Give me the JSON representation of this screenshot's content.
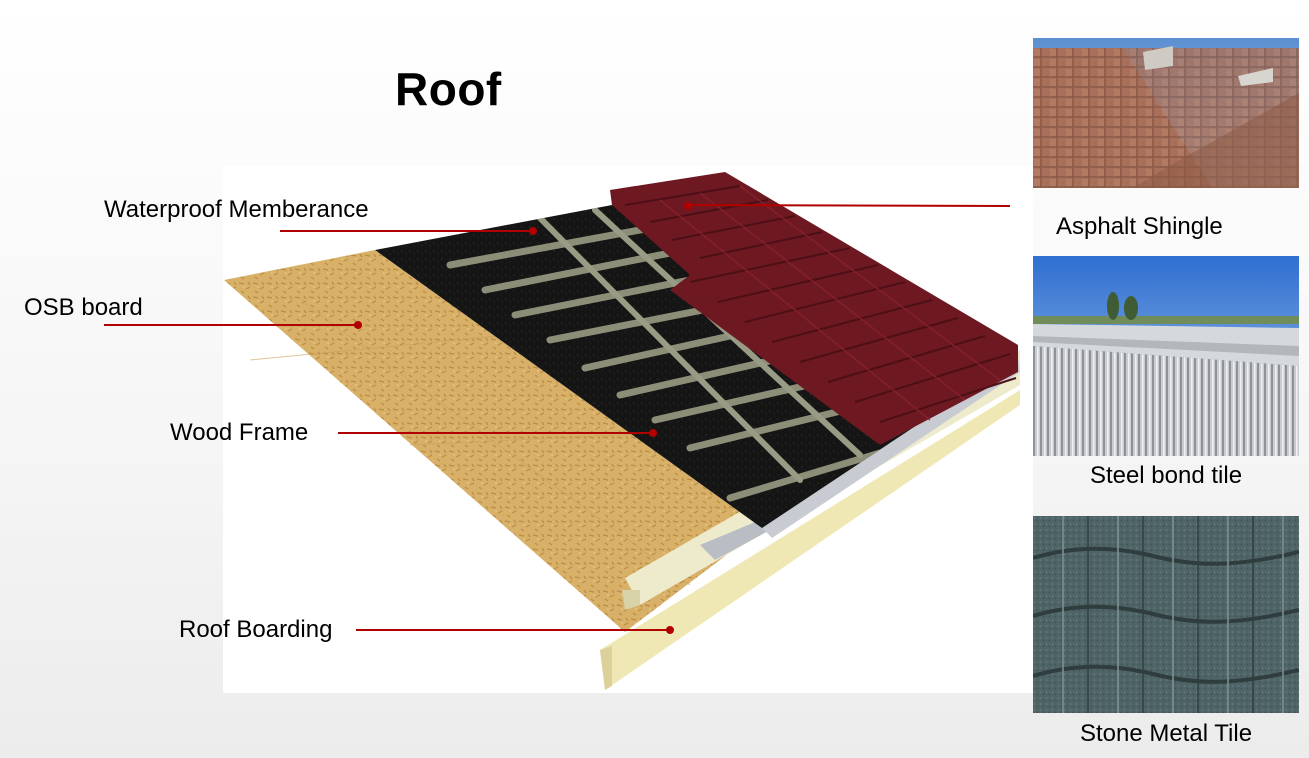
{
  "title": "Roof",
  "diagram": {
    "labels": {
      "waterproof": "Waterproof Memberance",
      "osb": "OSB board",
      "wood_frame": "Wood Frame",
      "roof_boarding": "Roof Boarding"
    },
    "leader_color": "#b00000"
  },
  "materials": [
    {
      "name": "Asphalt Shingle",
      "icon": "asphalt-shingle-roof-photo"
    },
    {
      "name": "Steel bond tile",
      "icon": "corrugated-steel-roof-photo"
    },
    {
      "name": "Stone Metal Tile",
      "icon": "stone-coated-metal-tile-photo"
    }
  ]
}
